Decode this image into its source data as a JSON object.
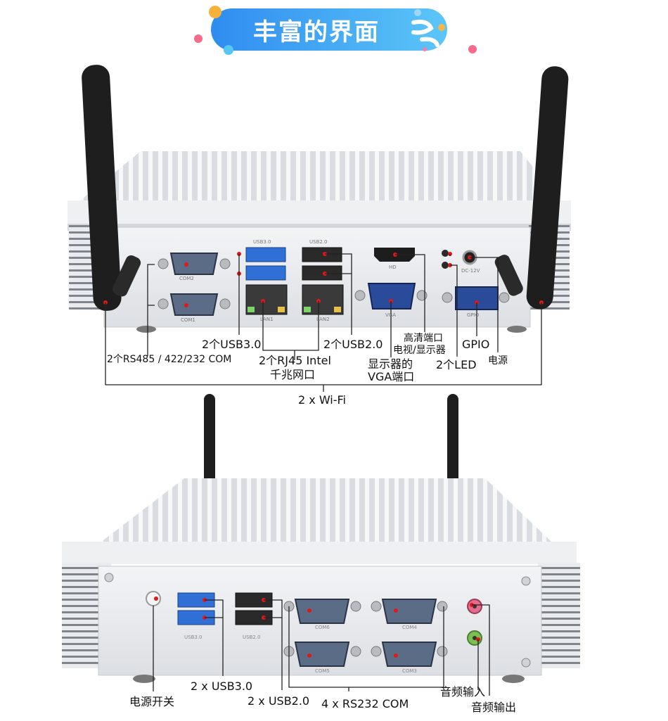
{
  "title": "丰富的界面",
  "top_panel": {
    "port_prints": {
      "com2": "COM2",
      "com1": "COM1",
      "usb3": "USB3.0",
      "usb2": "USB2.0",
      "lan1": "LAN1",
      "lan2": "LAN2",
      "hd": "HD",
      "vga": "VGA",
      "gpio": "GPIO",
      "dc": "DC-12V"
    },
    "labels": {
      "usb3": "2个USB3.0",
      "usb2": "2个USB2.0",
      "rs485": "2个RS485 / 422/232 COM",
      "rj45_line1": "2个RJ45 Intel",
      "rj45_line2": "千兆网口",
      "hdmi_line1": "高清端口",
      "hdmi_line2": "电视/显示器",
      "vga_line1": "显示器的",
      "vga_line2": "VGA端口",
      "led": "2个LED",
      "gpio": "GPIO",
      "power": "电源",
      "wifi": "2 x Wi-Fi"
    }
  },
  "bottom_panel": {
    "port_prints": {
      "usb3": "USB3.0",
      "usb2": "USB2.0",
      "com6": "COM6",
      "com4": "COM4",
      "com5": "COM5",
      "com3": "COM3"
    },
    "labels": {
      "power_switch": "电源开关",
      "usb3": "2 x USB3.0",
      "usb2": "2 x USB2.0",
      "rs232": "4 x RS232 COM",
      "audio_in": "音频输入",
      "audio_out": "音频输出"
    }
  },
  "colors": {
    "banner_blue": "#3aa0f0",
    "device_silver": "#e6e8eb",
    "antenna": "#1e1e1e",
    "db9_blue": "#2a4a9a",
    "usb3_blue": "#2f6fd6",
    "marker_red": "#e01818",
    "audio_pink": "#e46a8e",
    "audio_green": "#7bbf52"
  }
}
